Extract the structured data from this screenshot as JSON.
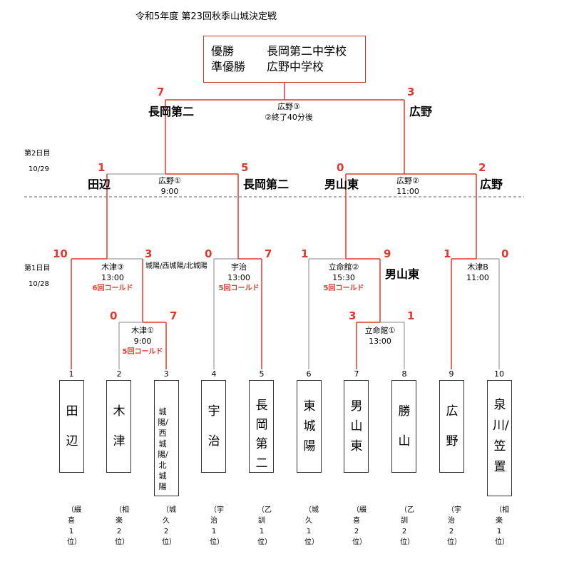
{
  "title": "令和5年度 第23回秋季山城決定戦",
  "result": {
    "champion_label": "優勝",
    "champion": "長岡第二中学校",
    "runnerup_label": "準優勝",
    "runnerup": "広野中学校"
  },
  "days": {
    "day2": "第2日目",
    "day2_date": "10/29",
    "day1": "第1日目",
    "day1_date": "10/28"
  },
  "final": {
    "venue": "広野③",
    "note": "②終了40分後",
    "left_score": "7",
    "right_score": "3",
    "left_team": "長岡第二",
    "right_team": "広野"
  },
  "semis": [
    {
      "venue": "広野①",
      "time": "9:00",
      "left_score": "1",
      "right_score": "5",
      "left_team": "田辺",
      "right_team": "長岡第二"
    },
    {
      "venue": "広野②",
      "time": "11:00",
      "left_score": "0",
      "right_score": "2",
      "left_team": "男山東",
      "right_team": "広野"
    }
  ],
  "r1": [
    {
      "venue": "木津③",
      "time": "13:00",
      "cold": "6回コールド",
      "left_score": "10",
      "right_score": "3"
    },
    {
      "venue": "宇治",
      "time": "13:00",
      "cold": "5回コールド",
      "left_score": "0",
      "right_score": "7"
    },
    {
      "venue": "立命館②",
      "time": "15:30",
      "cold": "5回コールド",
      "left_score": "1",
      "right_score": "9"
    },
    {
      "venue": "木津B",
      "time": "11:00",
      "cold": "",
      "left_score": "1",
      "right_score": "0"
    }
  ],
  "r0": [
    {
      "venue": "木津①",
      "time": "9:00",
      "cold": "5回コールド",
      "left_score": "0",
      "right_score": "7"
    },
    {
      "venue": "立命館①",
      "time": "13:00",
      "cold": "",
      "left_score": "3",
      "right_score": "1"
    }
  ],
  "r1_winners": {
    "w3": "城陽/西城陽/北城陽",
    "w7": "男山東"
  },
  "teams": [
    {
      "num": "1",
      "name": "田辺",
      "school": "（綴喜1位）"
    },
    {
      "num": "2",
      "name": "木津",
      "school": "（相楽2位）"
    },
    {
      "num": "3",
      "name": "城陽/西城陽/北城陽",
      "school": "（城久2位）"
    },
    {
      "num": "4",
      "name": "宇治",
      "school": "（宇治1位）"
    },
    {
      "num": "5",
      "name": "長岡第二",
      "school": "（乙訓1位）"
    },
    {
      "num": "6",
      "name": "東城陽",
      "school": "（城久1位）"
    },
    {
      "num": "7",
      "name": "男山東",
      "school": "（綴喜2位）"
    },
    {
      "num": "8",
      "name": "勝山",
      "school": "（乙訓2位）"
    },
    {
      "num": "9",
      "name": "広野",
      "school": "（宇治2位）"
    },
    {
      "num": "10",
      "name": "泉川/笠置",
      "school": "（相楽1位）"
    }
  ],
  "colors": {
    "winner_line": "#e03a2f",
    "loser_line": "#888888",
    "score": "#e03a2f"
  }
}
